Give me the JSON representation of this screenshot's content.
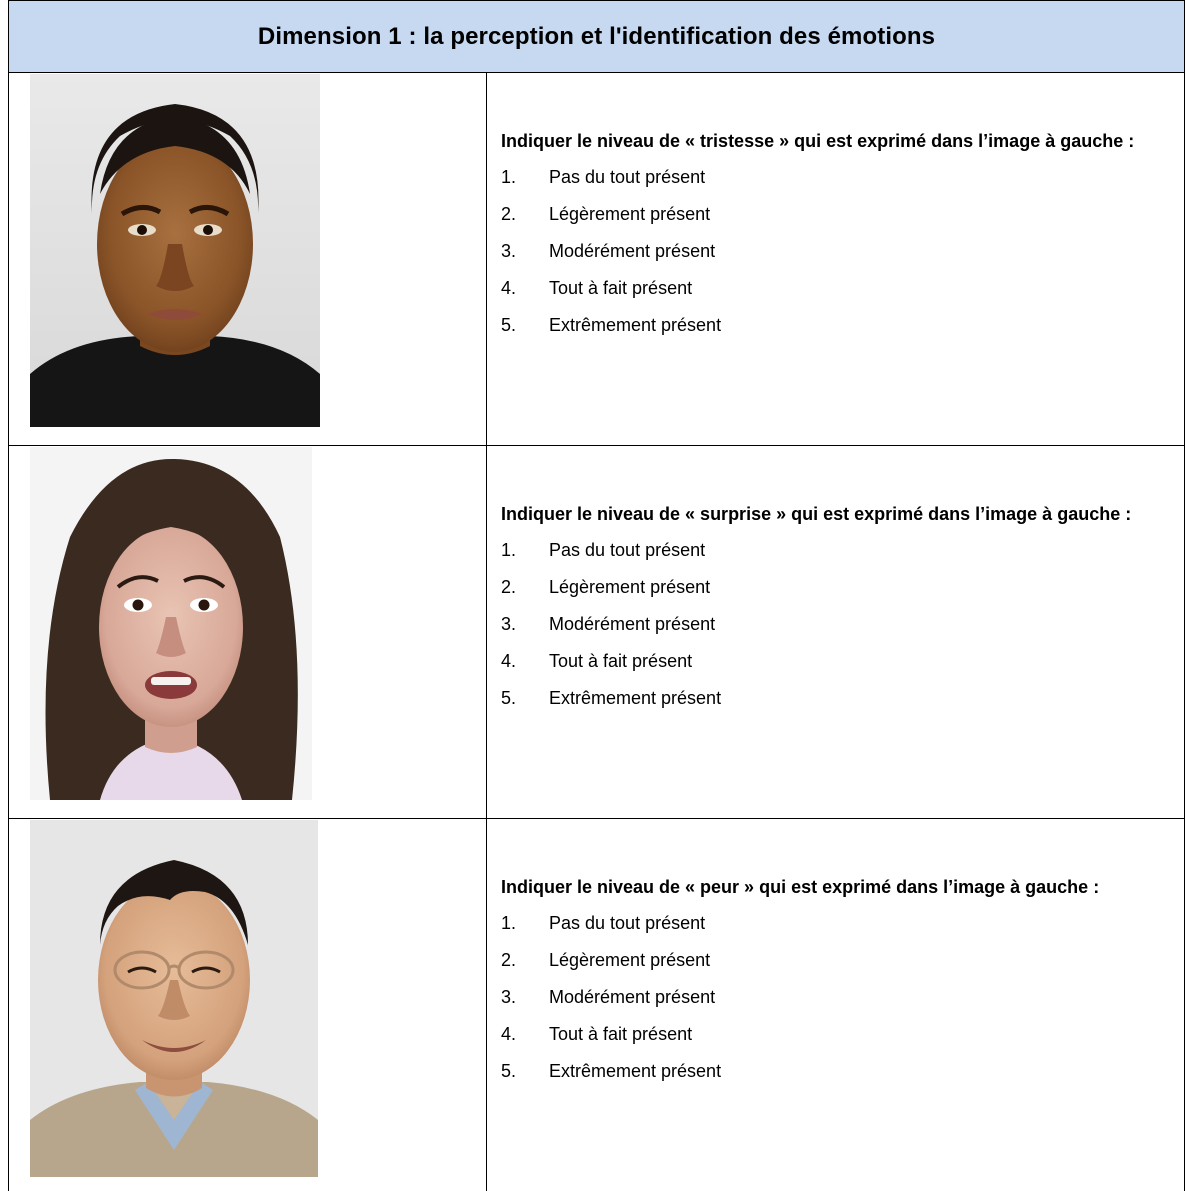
{
  "header": {
    "title": "Dimension 1 : la perception et l'identification des émotions"
  },
  "items": [
    {
      "prompt": "Indiquer le niveau de « tristesse » qui est exprimé dans l’image à gauche :",
      "photo_icon": "face-photo-woman-short-hair",
      "options": [
        {
          "num": "1.",
          "label": "Pas du tout présent"
        },
        {
          "num": "2.",
          "label": "Légèrement présent"
        },
        {
          "num": "3.",
          "label": "Modérément présent"
        },
        {
          "num": "4.",
          "label": "Tout à fait présent"
        },
        {
          "num": "5.",
          "label": "Extrêmement présent"
        }
      ]
    },
    {
      "prompt": "Indiquer le niveau de « surprise » qui est exprimé dans l’image à gauche :",
      "photo_icon": "face-photo-woman-long-hair",
      "options": [
        {
          "num": "1.",
          "label": "Pas du tout présent"
        },
        {
          "num": "2.",
          "label": "Légèrement présent"
        },
        {
          "num": "3.",
          "label": "Modérément présent"
        },
        {
          "num": "4.",
          "label": "Tout à fait présent"
        },
        {
          "num": "5.",
          "label": "Extrêmement présent"
        }
      ]
    },
    {
      "prompt": "Indiquer le niveau de « peur » qui est exprimé dans l’image à gauche :",
      "photo_icon": "face-photo-man-glasses",
      "options": [
        {
          "num": "1.",
          "label": "Pas du tout présent"
        },
        {
          "num": "2.",
          "label": "Légèrement présent"
        },
        {
          "num": "3.",
          "label": "Modérément présent"
        },
        {
          "num": "4.",
          "label": "Tout à fait présent"
        },
        {
          "num": "5.",
          "label": "Extrêmement présent"
        }
      ]
    }
  ],
  "colors": {
    "header_bg": "#c6d9f1",
    "border": "#000000"
  }
}
